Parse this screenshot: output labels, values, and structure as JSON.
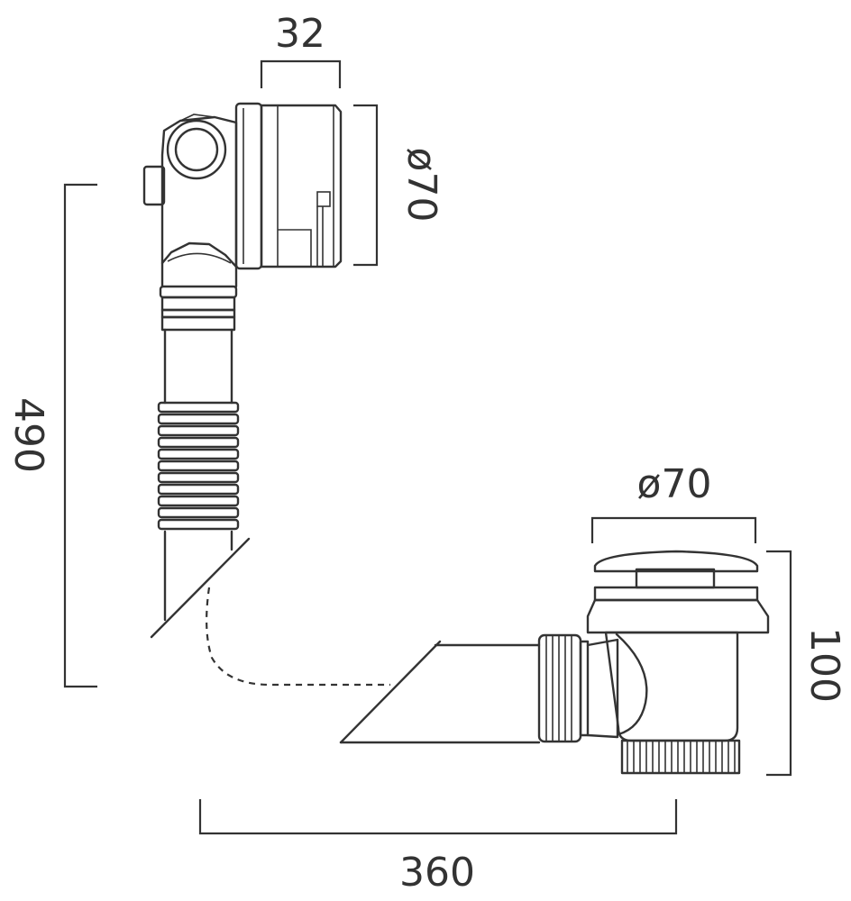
{
  "dimensions": {
    "overflow_width": "32",
    "overflow_diameter": "ø70",
    "overall_height": "490",
    "waste_diameter": "ø70",
    "waste_height": "100",
    "overall_length": "360"
  }
}
